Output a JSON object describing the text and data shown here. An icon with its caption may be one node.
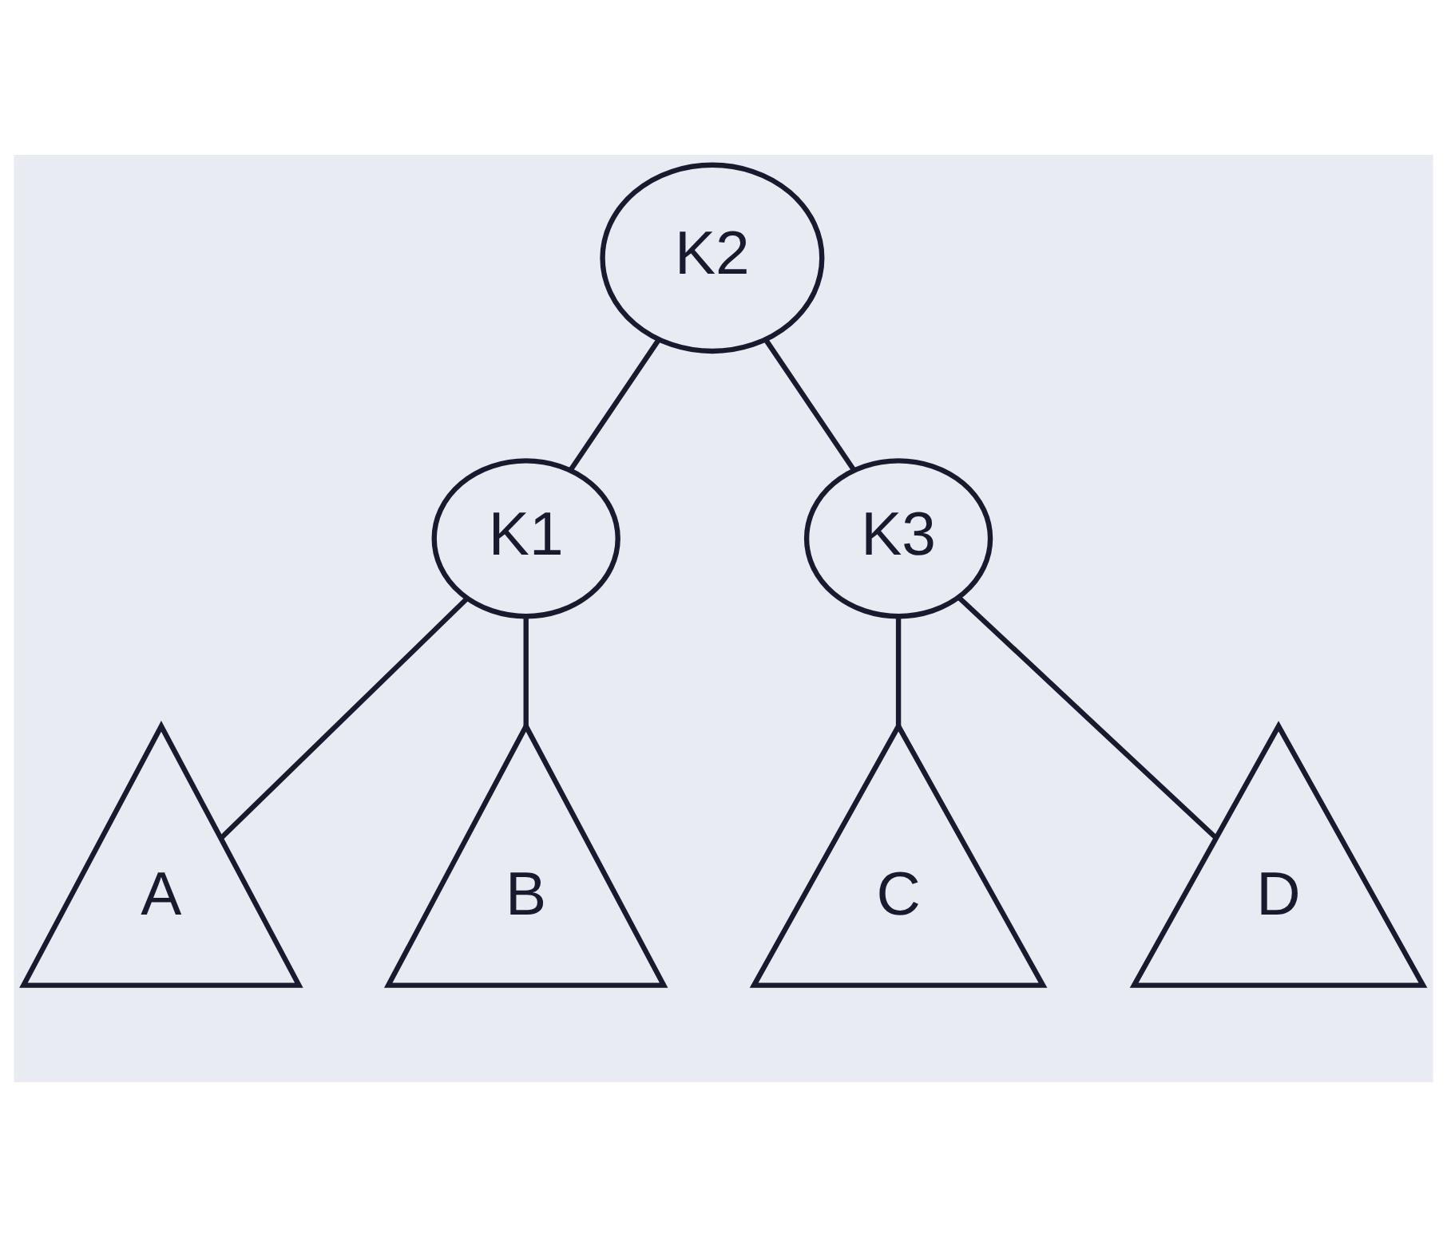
{
  "diagram": {
    "nodes": [
      {
        "text": [
          "K2"
        ]
      },
      {
        "text": [
          "K1"
        ]
      },
      {
        "text": [
          "K3"
        ]
      },
      {
        "text": [
          "A"
        ]
      },
      {
        "text": [
          "B"
        ]
      },
      {
        "text": [
          "C"
        ]
      },
      {
        "text": [
          "D"
        ]
      }
    ],
    "edges": [
      {
        "from": 0,
        "to": 1,
        "arrow": "none"
      },
      {
        "from": 0,
        "to": 2,
        "arrow": "none"
      },
      {
        "from": 1,
        "to": 3,
        "arrow": "none"
      },
      {
        "from": 1,
        "to": 4,
        "arrow": "none"
      },
      {
        "from": 2,
        "to": 5,
        "arrow": "none"
      },
      {
        "from": 2,
        "to": 6,
        "arrow": "none"
      }
    ]
  }
}
